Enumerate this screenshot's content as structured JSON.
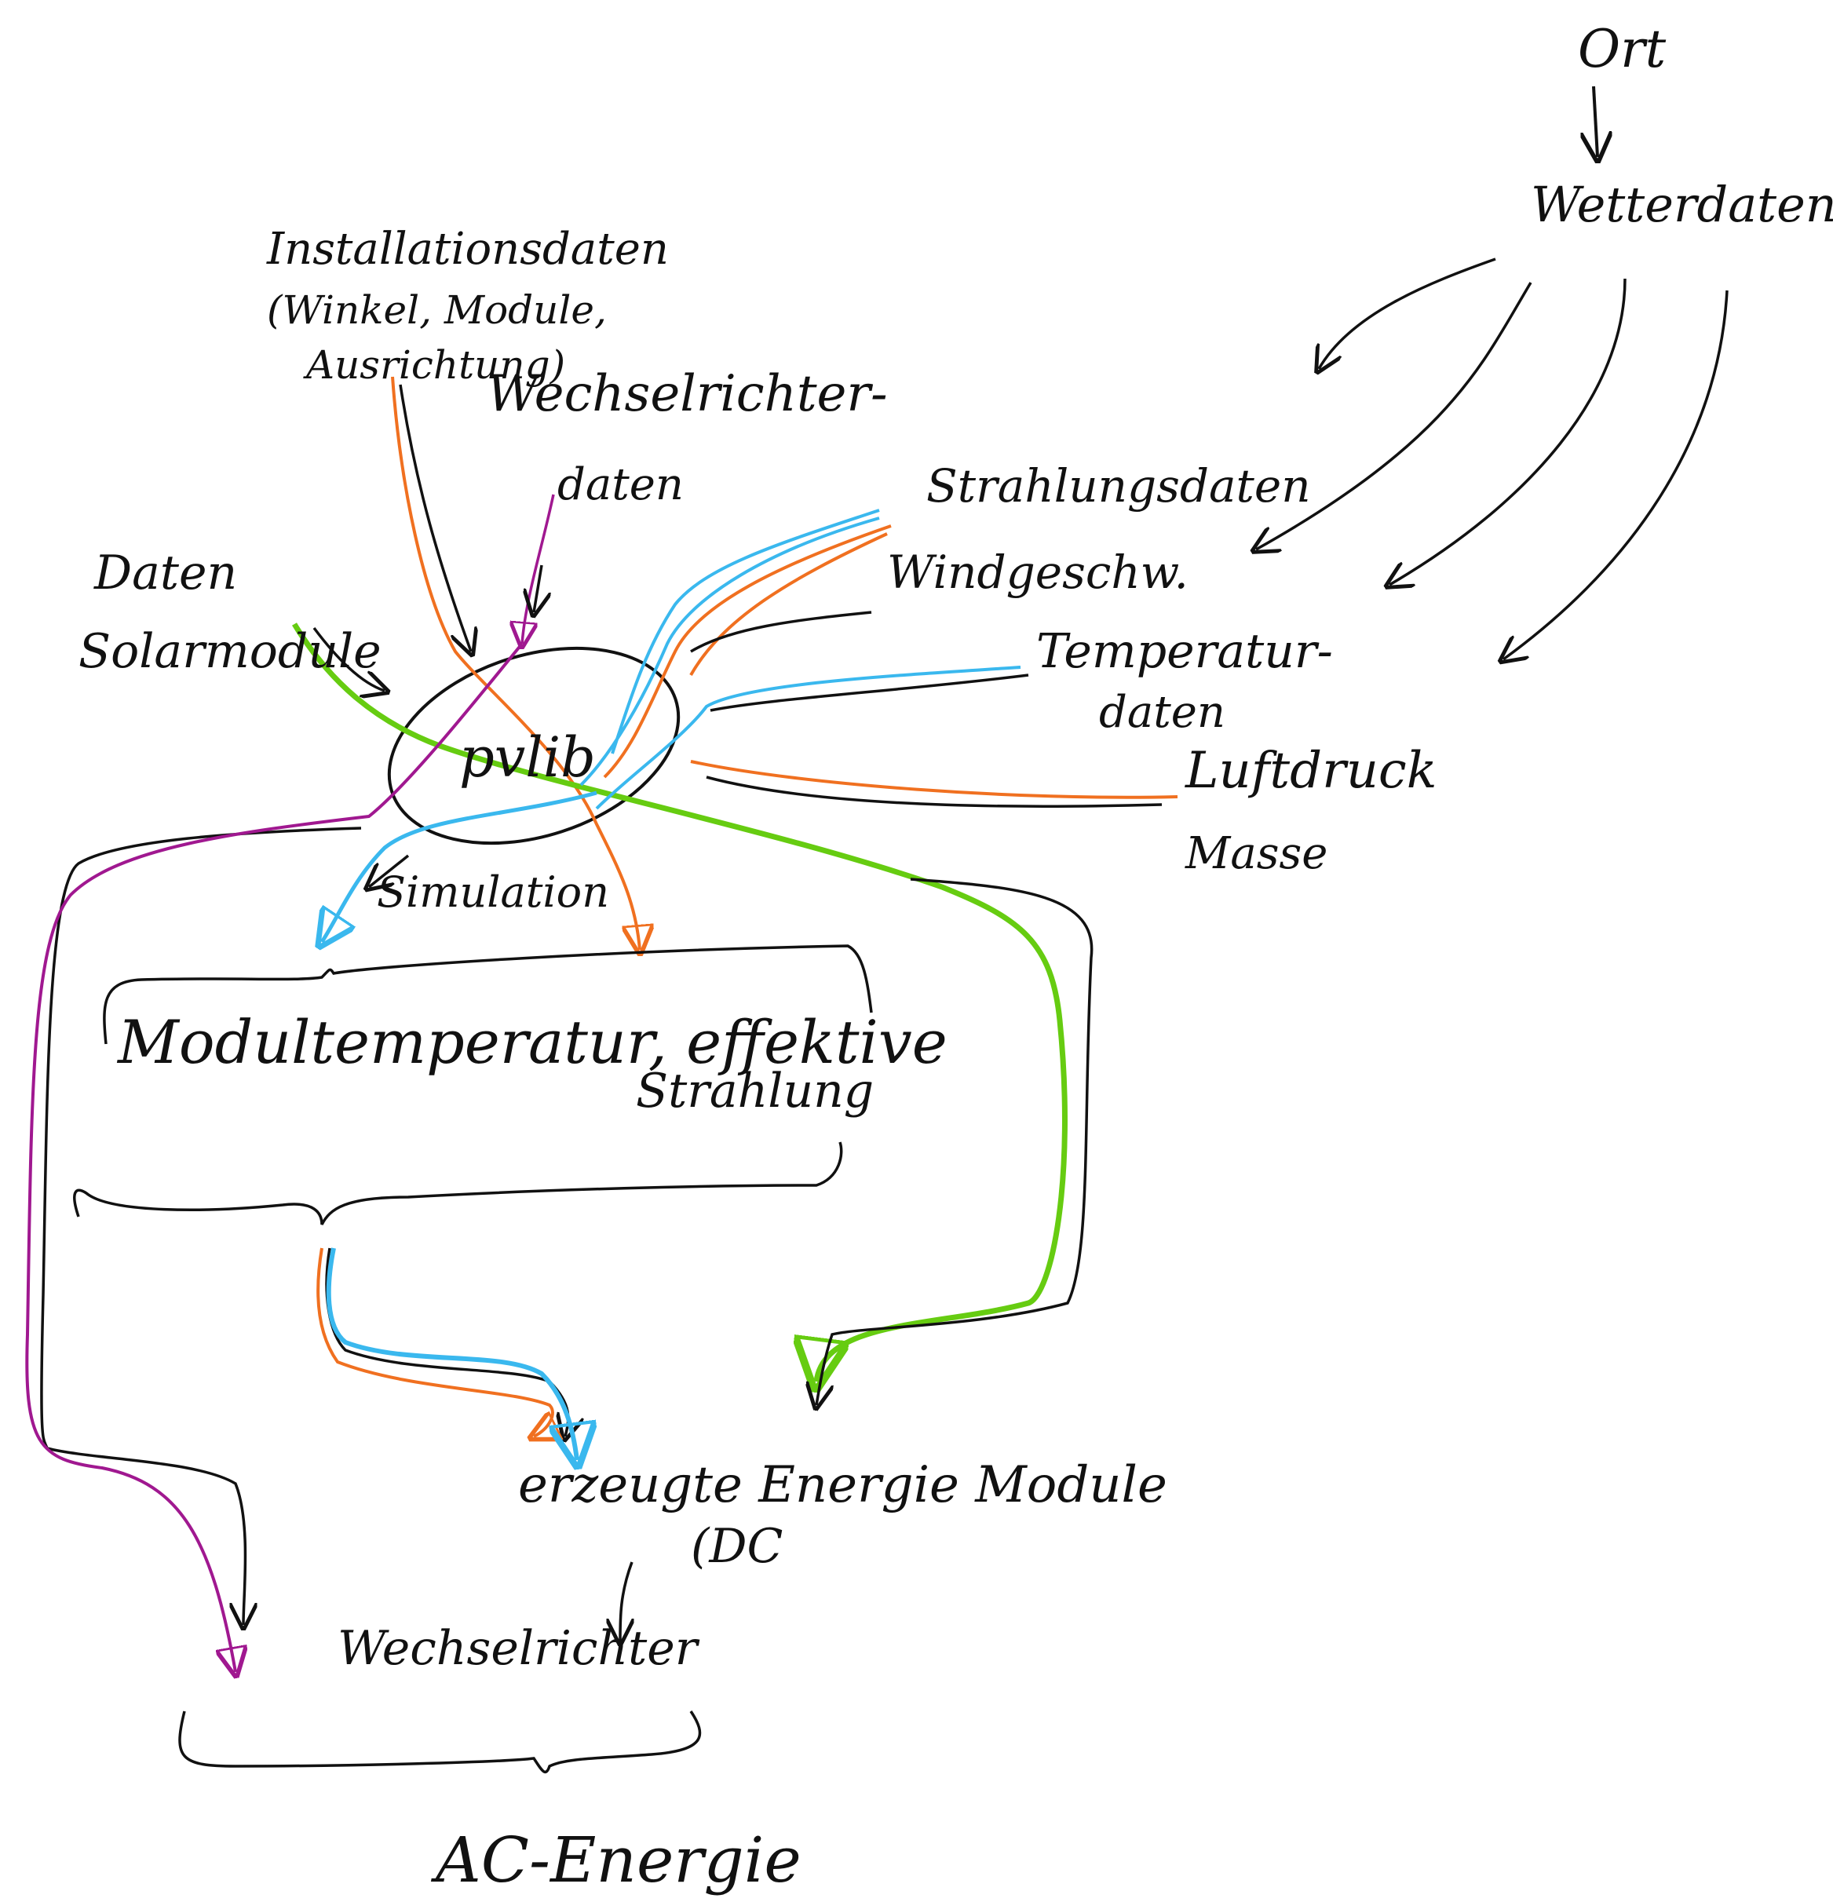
{
  "nodes": {
    "ort": "Ort",
    "wetterdaten": "Wetterdaten",
    "installationsdaten": "Installationsdaten",
    "installationsdaten_detail": "(Winkel, Module,",
    "installationsdaten_detail2": "Ausrichtung)",
    "wechselrichterdaten": "Wechselrichter-",
    "wechselrichterdaten2": "daten",
    "solarmodule": "Daten",
    "solarmodule2": "Solarmodule",
    "strahlungsdaten": "Strahlungsdaten",
    "windgeschw": "Windgeschw.",
    "temperaturdaten": "Temperatur-",
    "temperaturdaten2": "daten",
    "luftdruck": "Luftdruck",
    "masse": "Masse",
    "pvlib": "pvlib",
    "simulation": "Simulation",
    "modultemperatur": "Modultemperatur, effektive",
    "modultemperatur2": "Strahlung",
    "energie_modul": "erzeugte Energie Module",
    "energie_dc": "(DC",
    "wechselrichter_out": "Wechselrichter",
    "ac_energie": "AC-Energie"
  },
  "colors": {
    "ink": "#111111",
    "blue": "#3ab8ee",
    "orange": "#f07020",
    "green": "#66cc11",
    "purple": "#a01890"
  }
}
